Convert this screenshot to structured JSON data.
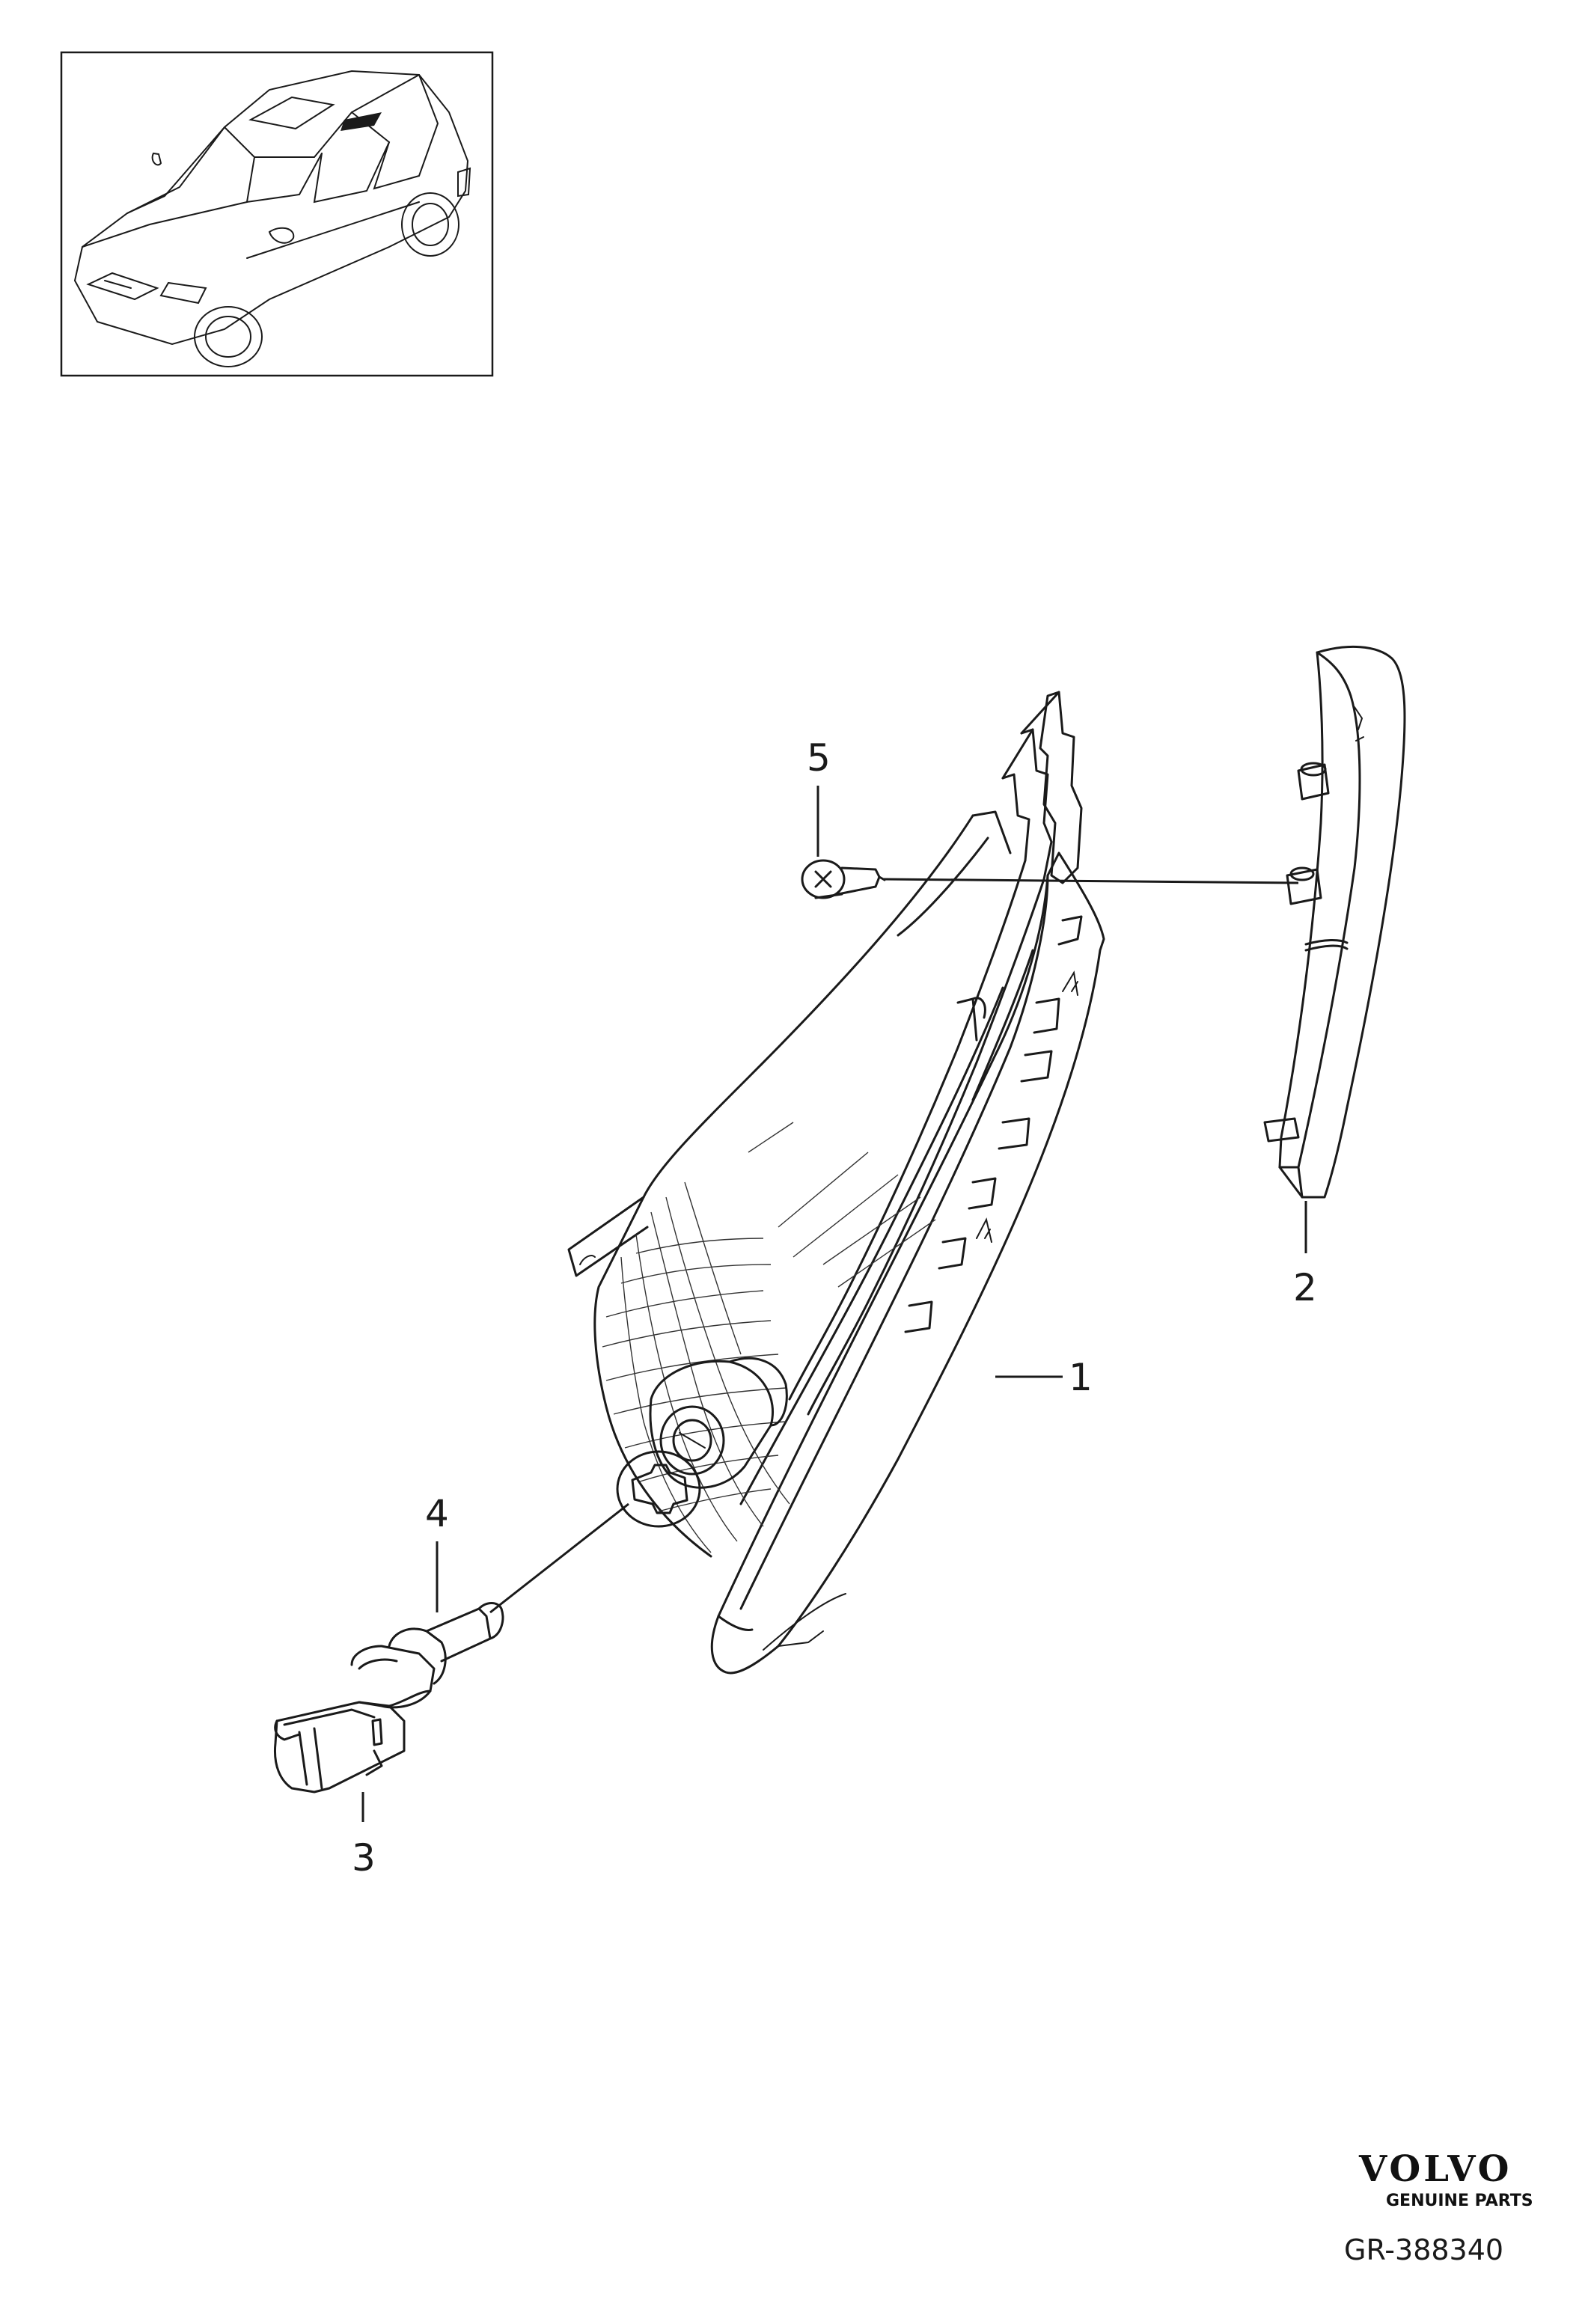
{
  "callouts": {
    "part_1": "1",
    "part_2": "2",
    "part_3": "3",
    "part_4": "4",
    "part_5": "5"
  },
  "branding": {
    "wordmark": "VOLVO",
    "tagline": "GENUINE PARTS",
    "reference_code": "GR-388340"
  },
  "colors": {
    "line": "#1a1a1a",
    "background": "#ffffff"
  }
}
